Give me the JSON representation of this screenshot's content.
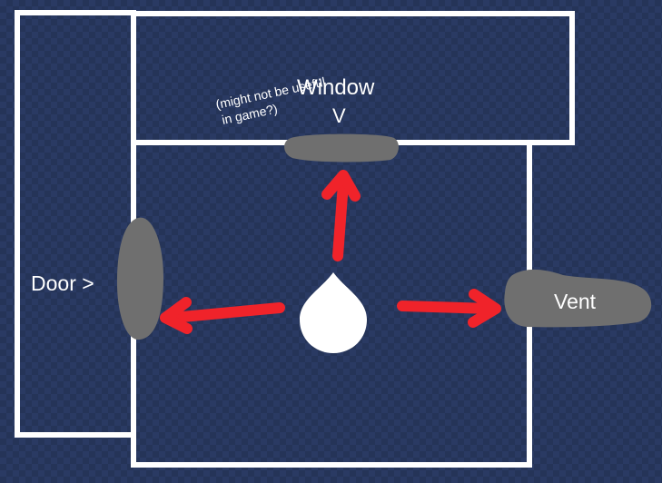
{
  "labels": {
    "door": "Door >",
    "window": "Window",
    "window_arrow": "V",
    "note_line1": "(might not be useful",
    "note_line2": "in game?)",
    "vent": "Vent"
  },
  "colors": {
    "background": "#2a3a63",
    "walls": "#ffffff",
    "openings": "#6f6f6f",
    "arrows": "#f0232a",
    "player": "#ffffff"
  }
}
